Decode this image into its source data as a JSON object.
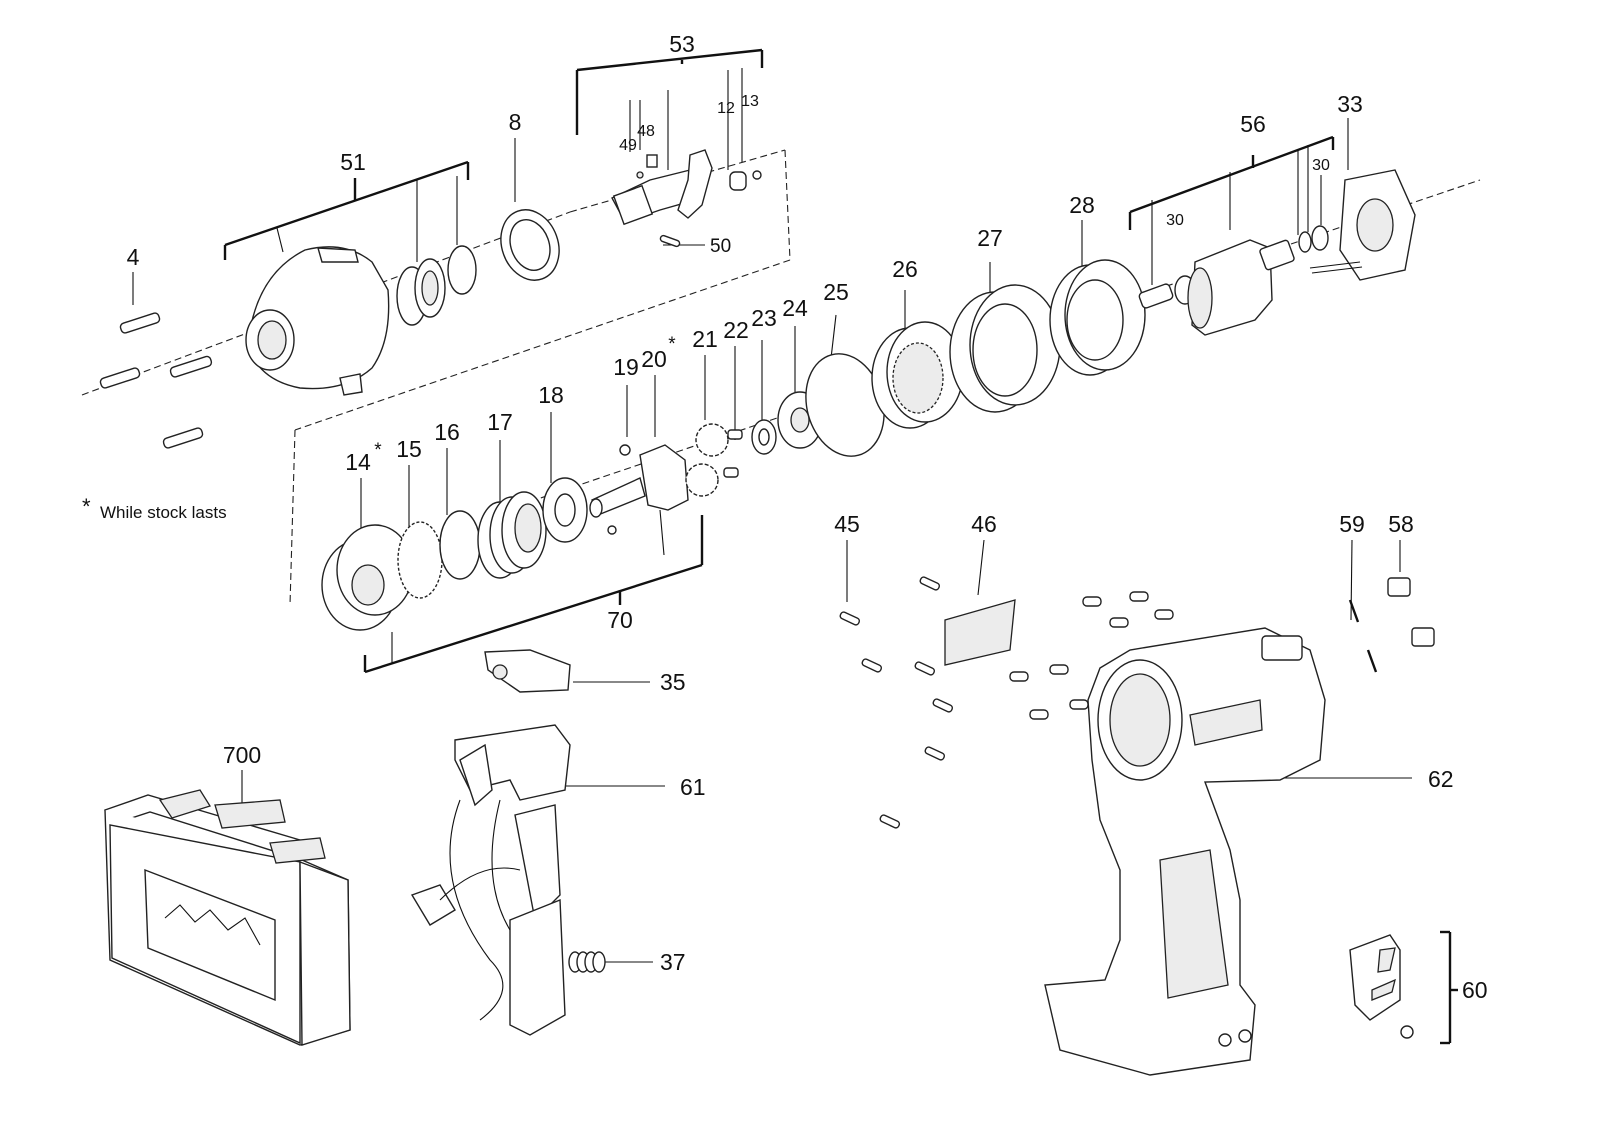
{
  "labels": {
    "l4": "4",
    "l8": "8",
    "l12": "12",
    "l13": "13",
    "l14": "14",
    "l15": "15",
    "l16": "16",
    "l17": "17",
    "l18": "18",
    "l19": "19",
    "l20": "20",
    "l21": "21",
    "l22": "22",
    "l23": "23",
    "l24": "24",
    "l25": "25",
    "l26": "26",
    "l27": "27",
    "l28": "28",
    "l30a": "30",
    "l30b": "30",
    "l33": "33",
    "l35": "35",
    "l37": "37",
    "l45": "45",
    "l46": "46",
    "l48": "48",
    "l49": "49",
    "l50": "50",
    "l51": "51",
    "l53": "53",
    "l56": "56",
    "l58": "58",
    "l59": "59",
    "l60": "60",
    "l61": "61",
    "l62": "62",
    "l70": "70",
    "l700": "700"
  },
  "stars": {
    "s14": "*",
    "s20": "*"
  },
  "note": {
    "marker": "*",
    "text": "While stock lasts"
  }
}
